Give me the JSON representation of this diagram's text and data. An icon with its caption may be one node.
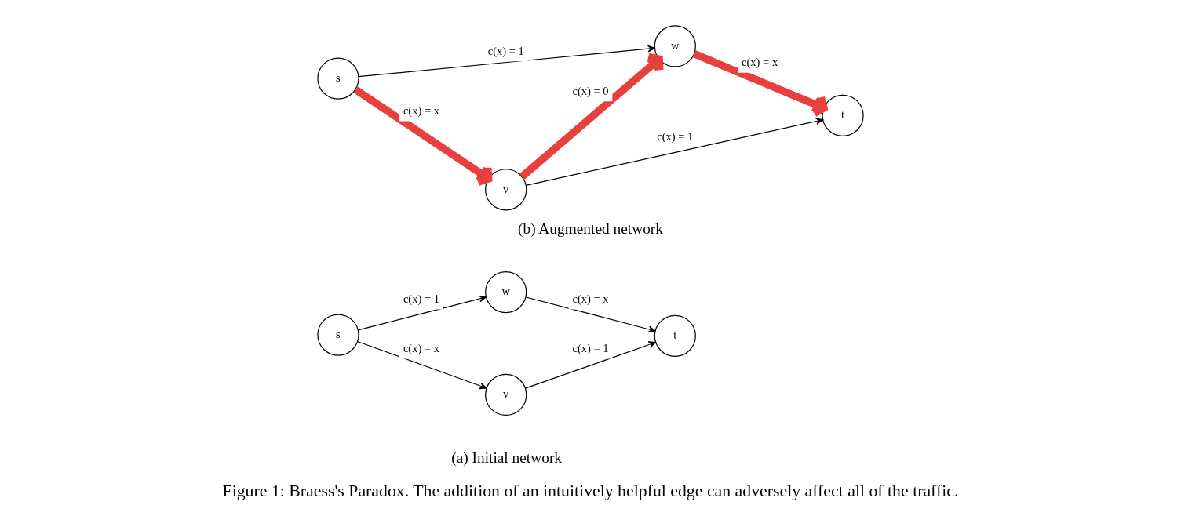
{
  "diagram": {
    "caption": "Figure 1: Braess's Paradox. The addition of an intuitively helpful edge can adversely affect all of the traffic.",
    "nodes": [
      {
        "text": [
          "v"
        ]
      },
      {
        "text": [
          "s"
        ]
      },
      {
        "text": [
          "t"
        ]
      },
      {
        "text": [
          "w"
        ]
      },
      {
        "text": [
          "v"
        ]
      },
      {
        "text": [
          "s"
        ]
      },
      {
        "text": [
          "t"
        ]
      },
      {
        "text": [
          "w"
        ]
      }
    ],
    "edges": [
      {
        "from": 1,
        "to": 0,
        "arrow": "to",
        "label": "c(x) = x"
      },
      {
        "from": 0,
        "to": 2,
        "arrow": "to",
        "label": "c(x) = 1"
      },
      {
        "from": 1,
        "to": 3,
        "arrow": "to",
        "label": "c(x) = 1"
      },
      {
        "from": 3,
        "to": 2,
        "arrow": "to",
        "label": "c(x) = x"
      },
      {
        "from": 5,
        "to": 4,
        "arrow": "to",
        "label": "c(x) = x",
        "style": "thick",
        "color": "#e8403f"
      },
      {
        "from": 4,
        "to": 6,
        "arrow": "to",
        "label": "c(x) = 1"
      },
      {
        "from": 4,
        "to": 7,
        "arrow": "to",
        "label": "c(x) = 0",
        "style": "thick",
        "color": "#e8403f"
      },
      {
        "from": 5,
        "to": 7,
        "arrow": "to",
        "label": "c(x) = 1"
      },
      {
        "from": 7,
        "to": 6,
        "arrow": "to",
        "label": "c(x) = x",
        "style": "thick",
        "color": "#e8403f"
      }
    ],
    "labels": [
      "(a) Initial network",
      "(b) Augmented network"
    ]
  }
}
